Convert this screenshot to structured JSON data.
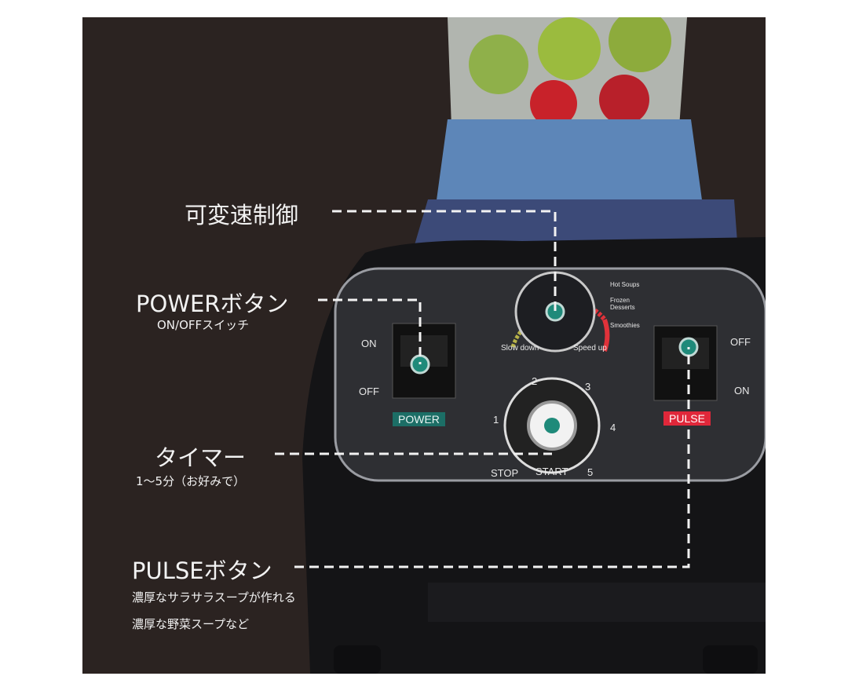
{
  "annotations": {
    "variable_speed": {
      "title": "可変速制御"
    },
    "power": {
      "title": "POWERボタン",
      "subtitle": "ON/OFFスイッチ"
    },
    "timer": {
      "title": "タイマー",
      "subtitle": "1～5分（お好みで）"
    },
    "pulse": {
      "title": "PULSEボタン",
      "line1": "濃厚なサラサラスープが作れる",
      "line2": "濃厚な野菜スープなど"
    }
  },
  "control_panel": {
    "speed_dial": {
      "slow_label": "Slow down",
      "fast_label": "Speed up"
    },
    "presets": [
      "Hot Soups",
      "Frozen Desserts",
      "Smoothies"
    ],
    "power_switch": {
      "on_label": "ON",
      "off_label": "OFF",
      "tag": "POWER"
    },
    "pulse_switch": {
      "on_label": "ON",
      "off_label": "OFF",
      "tag": "PULSE"
    },
    "timer_dial": {
      "numbers": [
        "1",
        "2",
        "3",
        "4",
        "5"
      ],
      "stop_label": "STOP",
      "start_label": "START"
    }
  },
  "colors": {
    "background": "#2b2321",
    "marker": "#1f8a7a",
    "power_tag": "#1c6e66",
    "pulse_tag": "#e0273a",
    "speed_arc": "#e0323a"
  }
}
